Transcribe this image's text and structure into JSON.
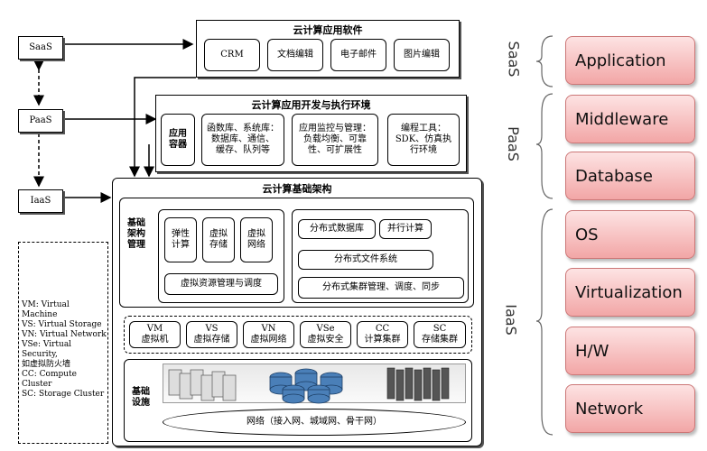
{
  "left_nodes": {
    "saas": "SaaS",
    "paas": "PaaS",
    "iaas": "IaaS"
  },
  "legend": [
    "VM: Virtual Machine",
    "VS: Virtual Storage",
    "VN: Virtual Network",
    "VSe: Virtual Security,",
    "如虚拟防火墙",
    "CC: Compute Cluster",
    "SC: Storage Cluster"
  ],
  "app_layer": {
    "title": "云计算应用软件",
    "items": [
      "CRM",
      "文档编辑",
      "电子邮件",
      "图片编辑"
    ]
  },
  "dev_layer": {
    "title": "云计算应用开发与执行环境",
    "container": "应用\n容器",
    "items": [
      "函数库、系统库：\n数据库、通信、\n缓存、队列等",
      "应用监控与管理：\n负载均衡、可靠\n性、可扩展性",
      "编程工具：\nSDK、仿真执\n行环境"
    ]
  },
  "infra_layer": {
    "title": "云计算基础架构",
    "mgmt_label": "基础\n架构\n管理",
    "virtual_items": [
      "弹性\n计算",
      "虚拟\n存储",
      "虚拟\n网络"
    ],
    "virtual_mgmt": "虚拟资源管理与调度",
    "distributed_db": "分布式数据库",
    "parallel": "并行计算",
    "dfs": "分布式文件系统",
    "cluster_mgmt": "分布式集群管理、调度、同步",
    "resources": [
      {
        "abbr": "VM",
        "name": "虚拟机"
      },
      {
        "abbr": "VS",
        "name": "虚拟存储"
      },
      {
        "abbr": "VN",
        "name": "虚拟网络"
      },
      {
        "abbr": "VSe",
        "name": "虚拟安全"
      },
      {
        "abbr": "CC",
        "name": "计算集群"
      },
      {
        "abbr": "SC",
        "name": "存储集群"
      }
    ],
    "base_label": "基础\n设施",
    "network": "网络（接入网、城域网、骨干网）"
  },
  "right_stack": {
    "saas_label": "SaaS",
    "paas_label": "PaaS",
    "iaas_label": "IaaS",
    "layers": [
      "Application",
      "Middleware",
      "Database",
      "OS",
      "Virtualization",
      "H/W",
      "Network"
    ]
  },
  "colors": {
    "layer_fill_top": "#fde3e3",
    "layer_fill_bottom": "#f2a6a6",
    "layer_border": "#cc7777"
  }
}
